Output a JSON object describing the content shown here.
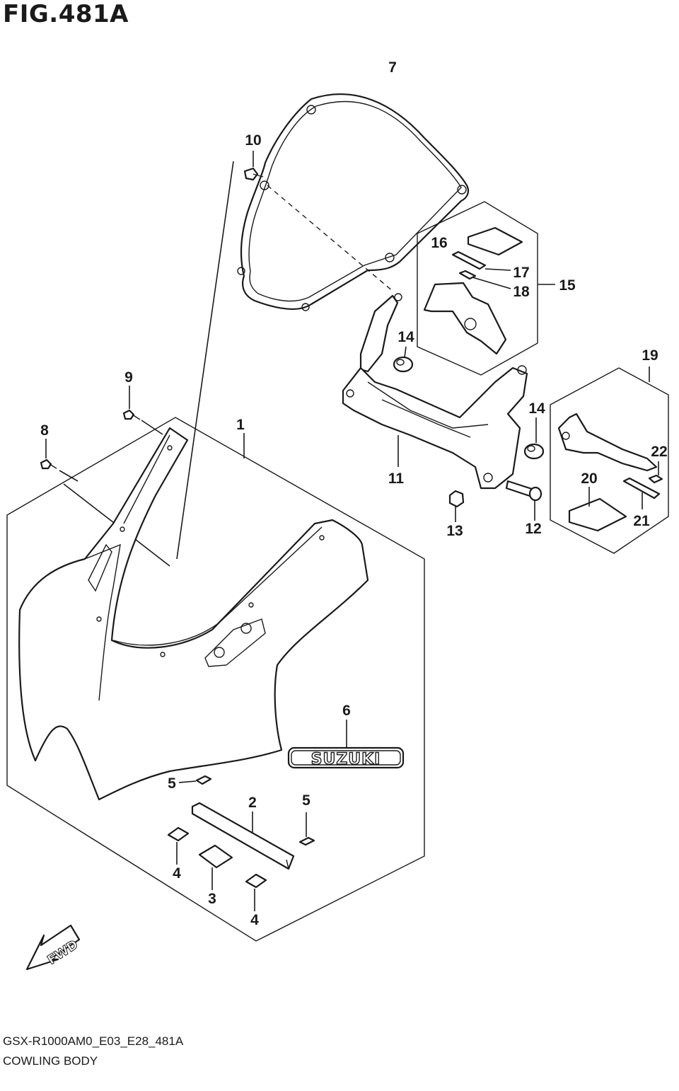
{
  "figure": {
    "title": "FIG.481A",
    "model_code": "GSX-R1000AM0_E03_E28_481A",
    "section_name": "COWLING BODY",
    "fwd_label": "FWD",
    "emblem_text": "SUZUKI"
  },
  "callouts": [
    "1",
    "2",
    "3",
    "4",
    "4",
    "5",
    "5",
    "6",
    "7",
    "8",
    "9",
    "10",
    "11",
    "12",
    "13",
    "14",
    "14",
    "15",
    "16",
    "17",
    "18",
    "19",
    "20",
    "21",
    "22"
  ]
}
